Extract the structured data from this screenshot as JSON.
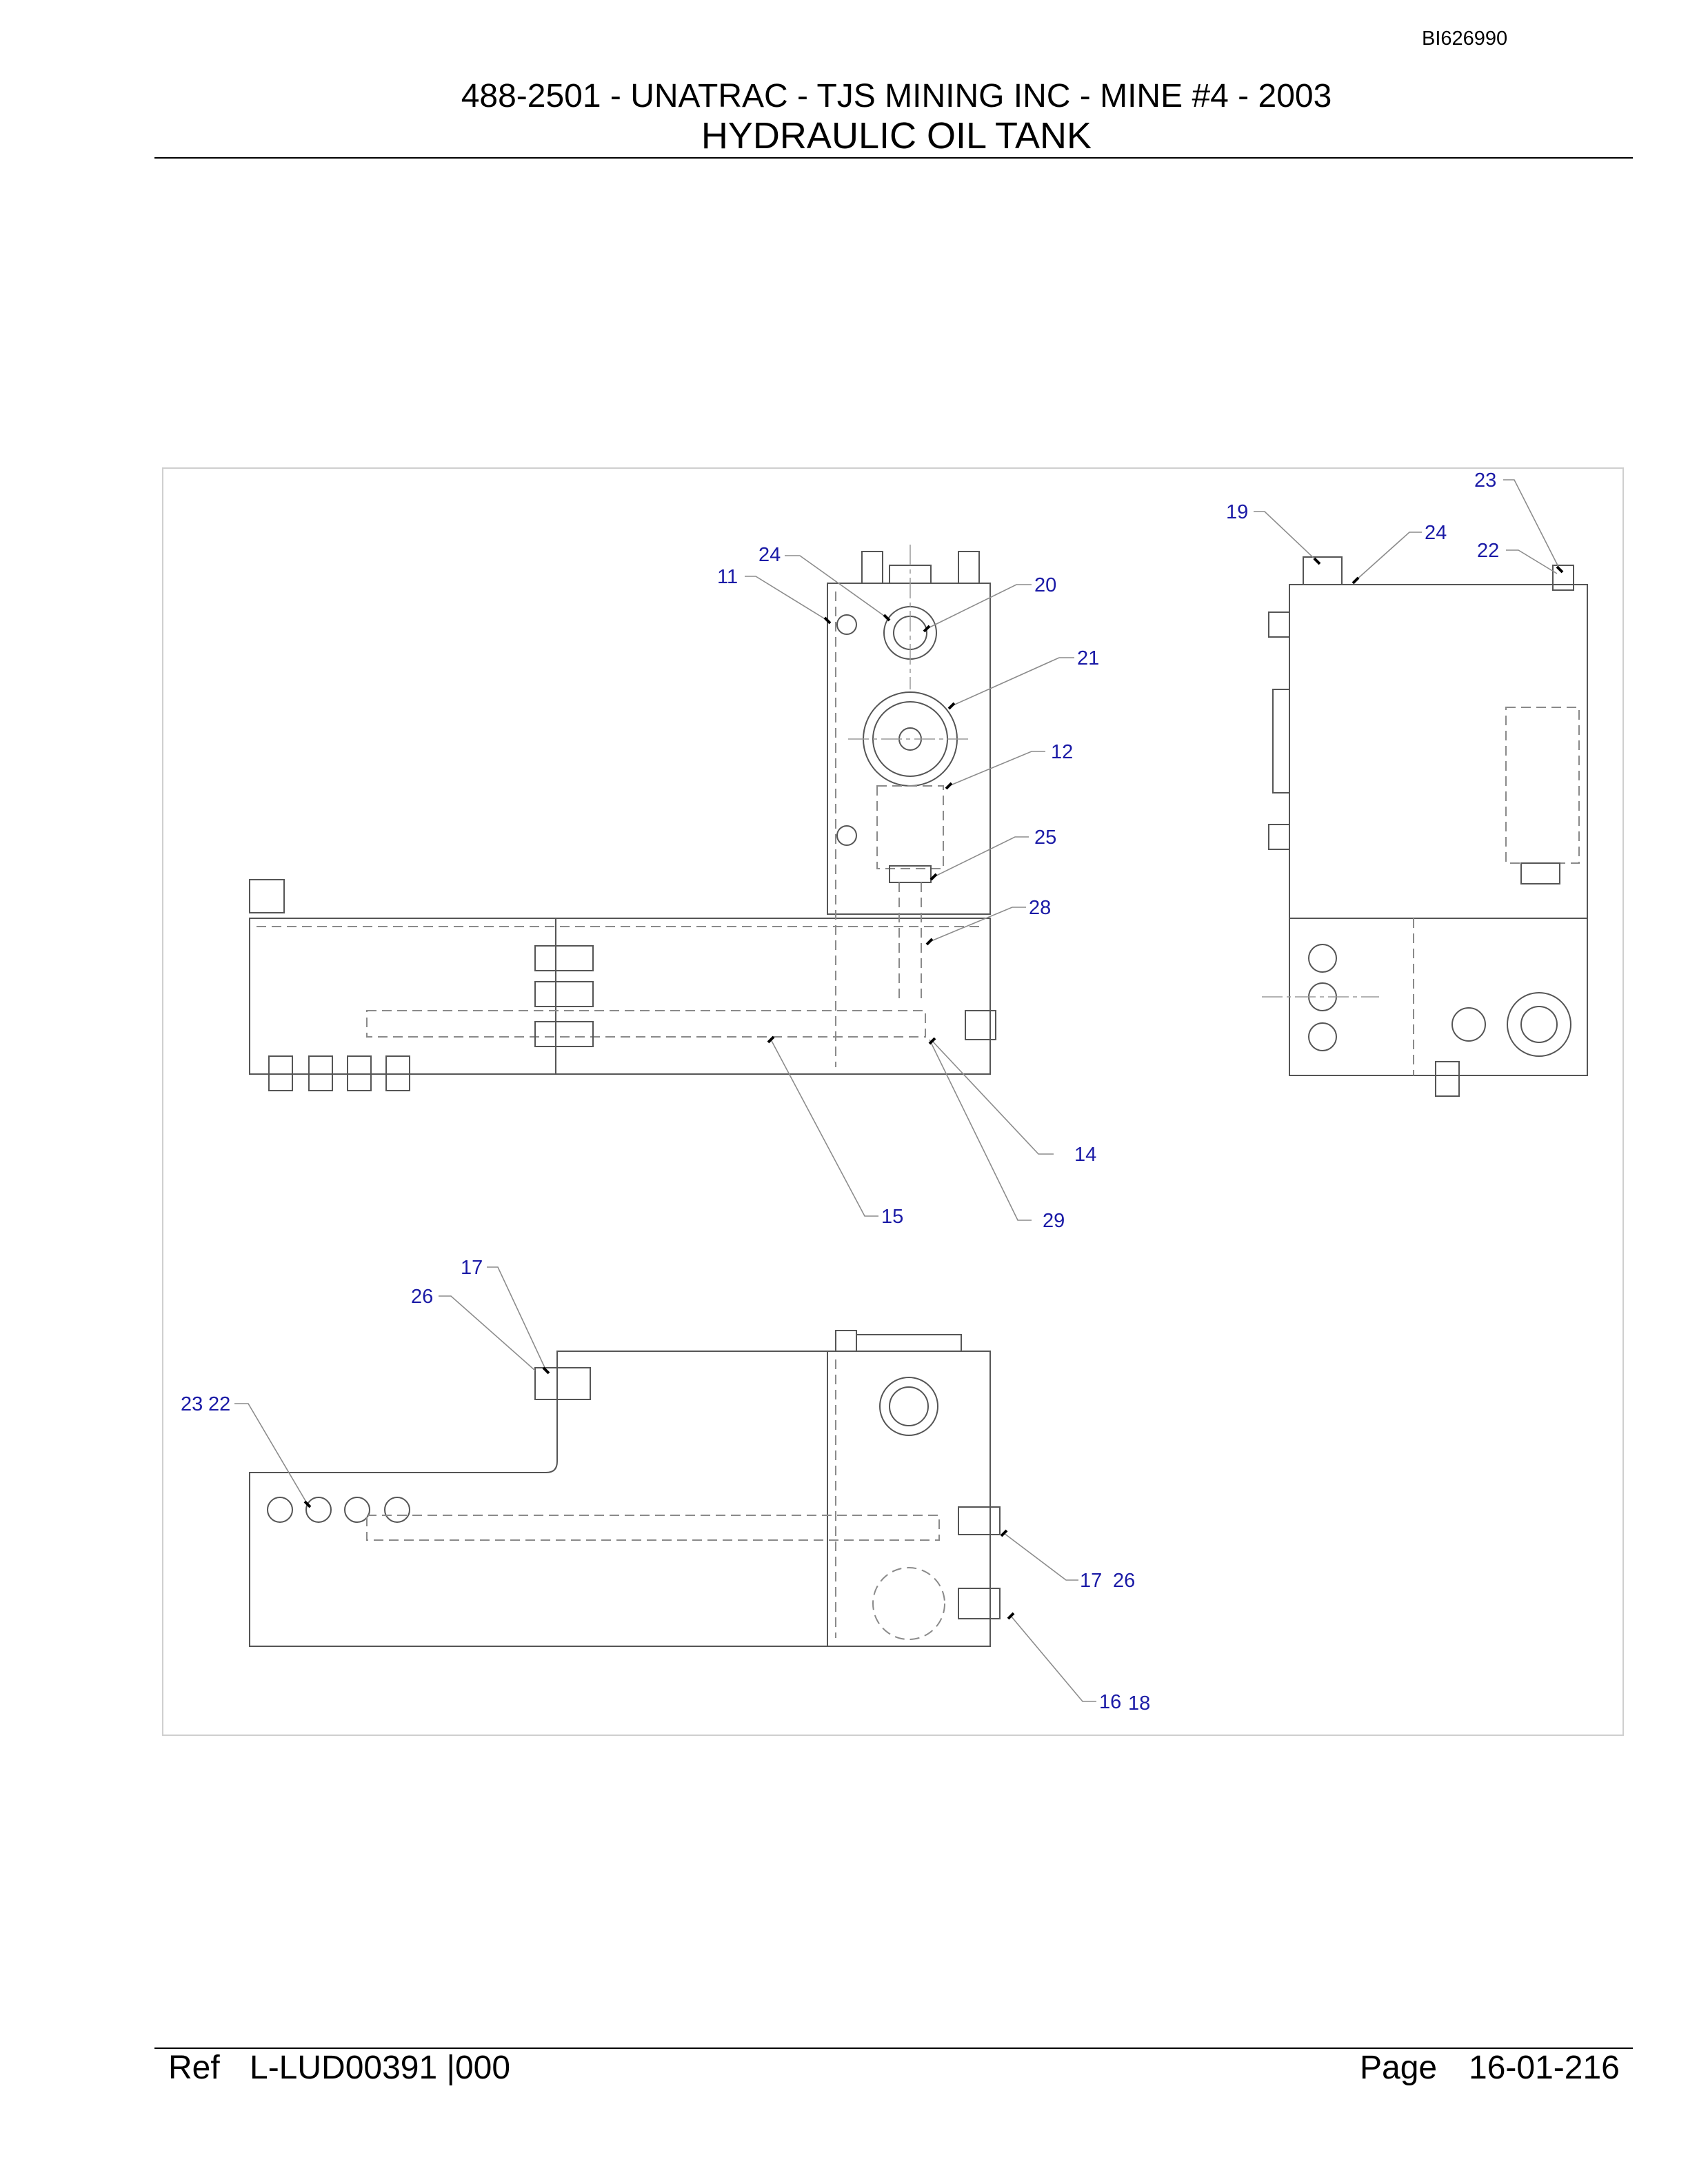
{
  "header": {
    "doc_id": "BI626990",
    "title_line_1": "488-2501 - UNATRAC - TJS MINING INC - MINE #4 - 2003",
    "title_line_2": "HYDRAULIC OIL TANK"
  },
  "callouts": {
    "c11": "11",
    "c24a": "24",
    "c20": "20",
    "c21": "21",
    "c12": "12",
    "c25": "25",
    "c28": "28",
    "c14": "14",
    "c15": "15",
    "c29": "29",
    "c19": "19",
    "c23a": "23",
    "c24b": "24",
    "c22a": "22",
    "c17a": "17",
    "c26a": "26",
    "c23b": "23",
    "c22b": "22",
    "c17b": "17",
    "c26b": "26",
    "c16": "16",
    "c18": "18"
  },
  "footer": {
    "ref_label": "Ref",
    "ref_value": "L-LUD00391 |000",
    "page_label": "Page",
    "page_value": "16-01-216"
  }
}
